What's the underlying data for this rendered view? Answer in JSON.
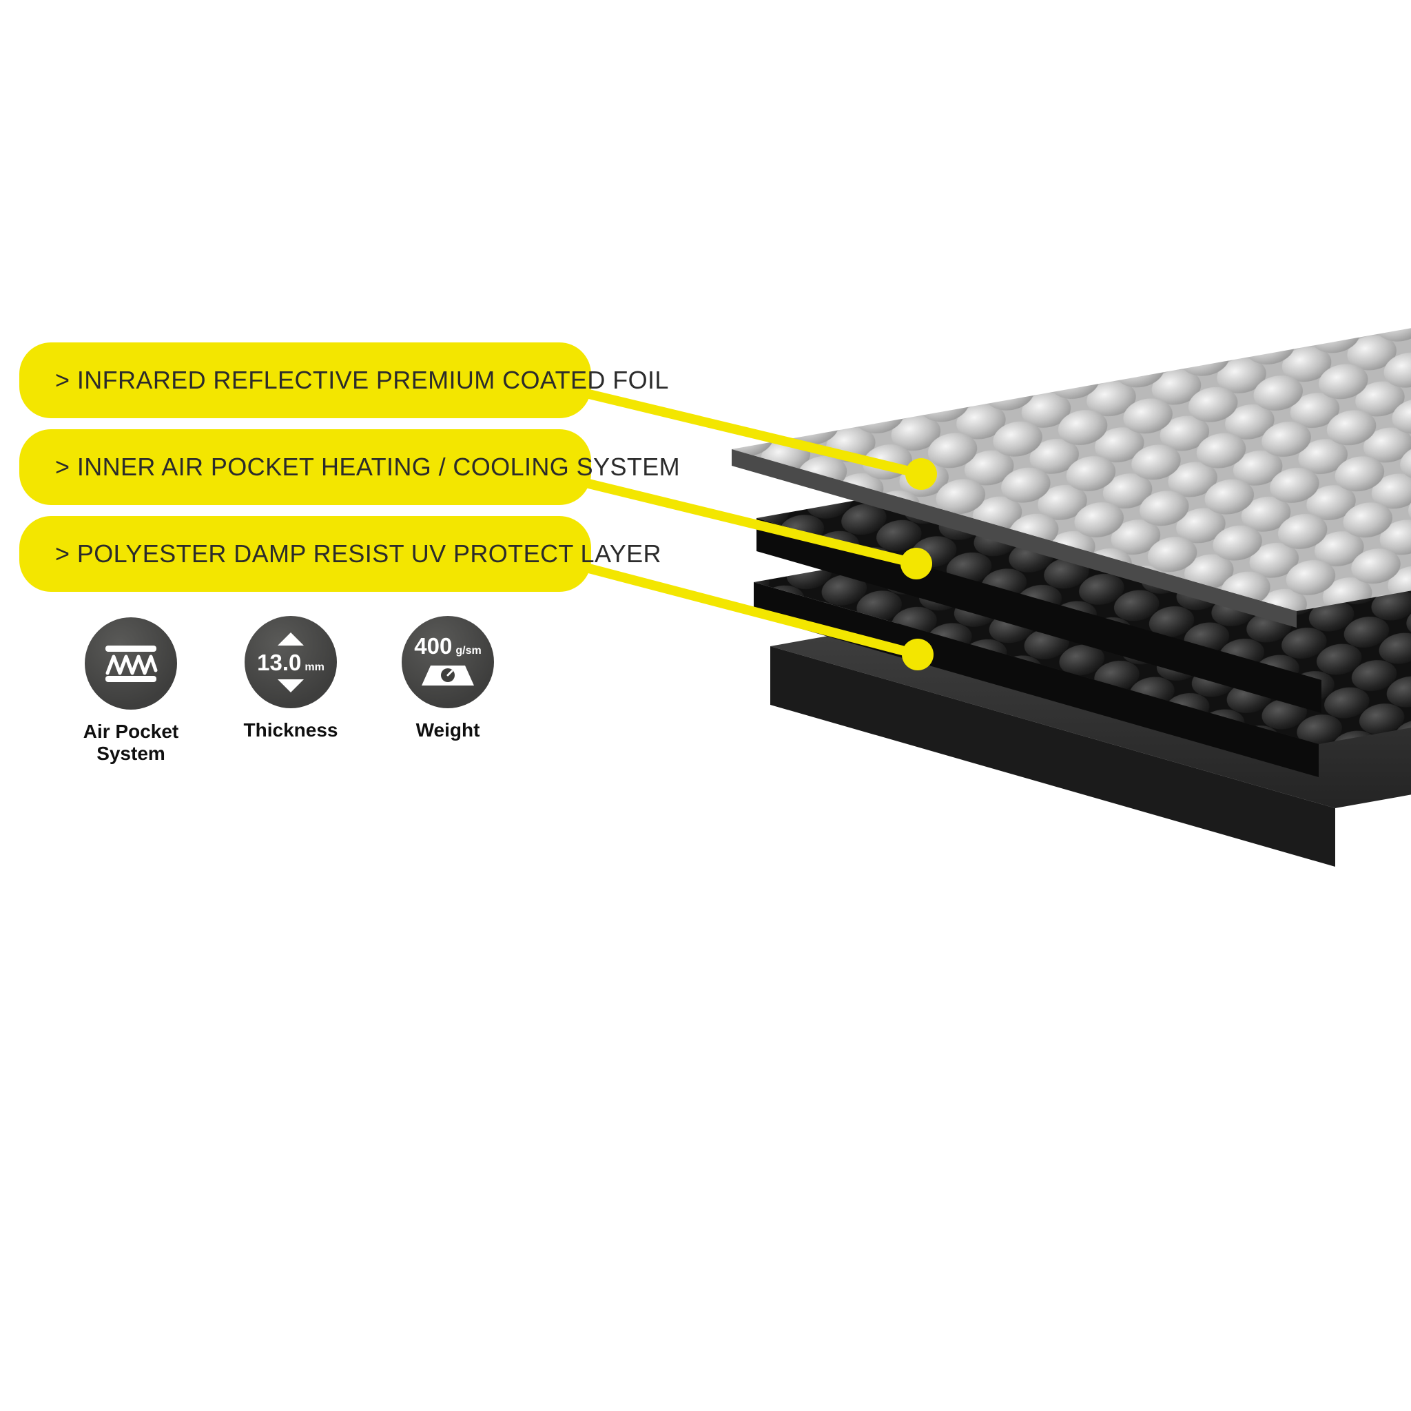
{
  "callouts": [
    {
      "label": "> INFRARED REFLECTIVE PREMIUM COATED FOIL"
    },
    {
      "label": "> INNER AIR POCKET HEATING / COOLING SYSTEM"
    },
    {
      "label": "> POLYESTER DAMP RESIST UV PROTECT LAYER"
    }
  ],
  "features": [
    {
      "icon": "air-pocket-icon",
      "caption": "Air Pocket System"
    },
    {
      "icon": "thickness-icon",
      "caption": "Thickness",
      "value": "13.0",
      "unit": "mm"
    },
    {
      "icon": "weight-icon",
      "caption": "Weight",
      "value": "400",
      "unit": "g/sm"
    }
  ],
  "colors": {
    "accent_yellow": "#F3E600",
    "circle_gray": "#3F3F3D",
    "text_dark": "#2B2B2B"
  }
}
